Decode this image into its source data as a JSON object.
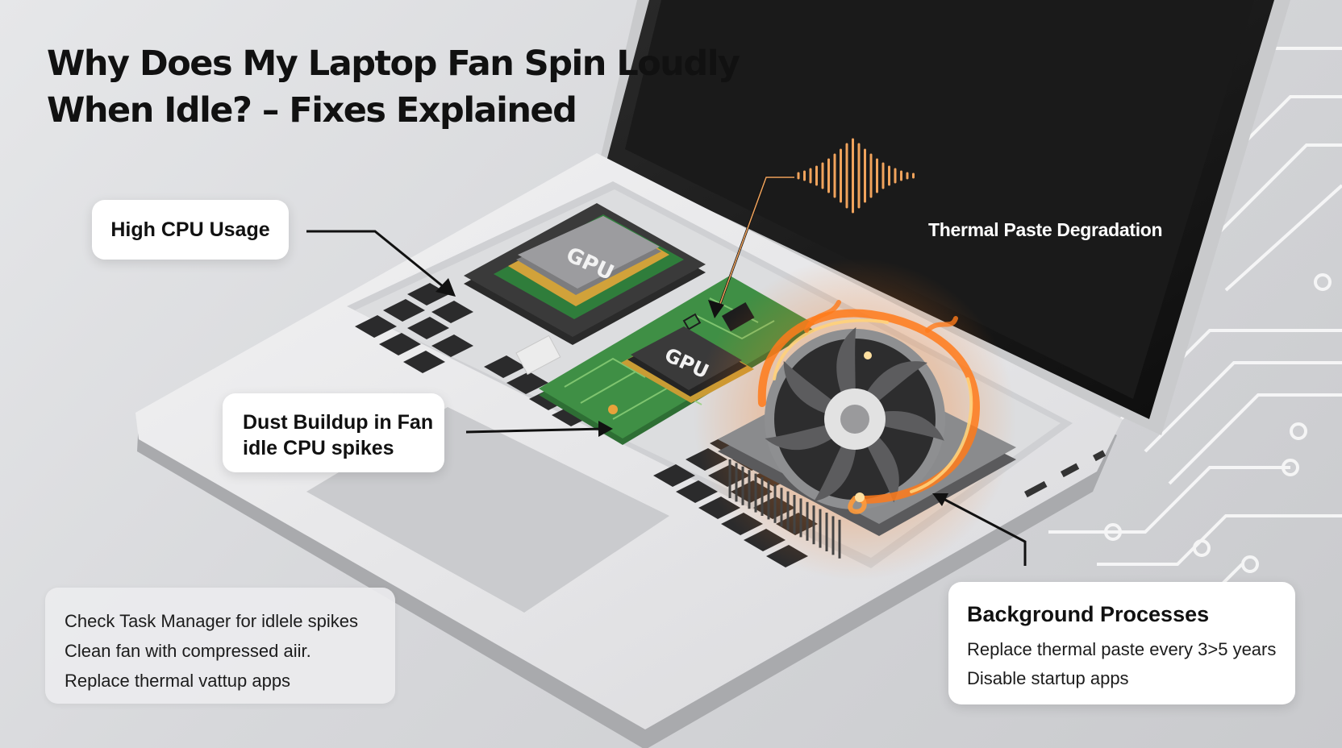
{
  "title": {
    "line1": "Why Does My Laptop Fan Spin Loudly",
    "line2": "When Idle? – Fixes Explained"
  },
  "chips": {
    "chip1": "GPU",
    "chip2": "GPU"
  },
  "callouts": {
    "cpu": "High CPU Usage",
    "thermal": "Thermal Paste Degradation",
    "dust_line1": "Dust Buildup in Fan",
    "dust_line2": "idle CPU spikes"
  },
  "tips": [
    "Check Task Manager for idlele spikes",
    "Clean fan with compressed aiir.",
    "Replace thermal vattup apps"
  ],
  "background": {
    "heading": "Background Processes",
    "lines": [
      "Replace thermal paste every 3>5 years",
      "Disable startup apps"
    ]
  },
  "colors": {
    "board": "#3f8f45",
    "fire": "#ff7a1a",
    "screen": "#151515",
    "sound_wave": "#f0a35c"
  },
  "icons": {
    "fan": "fan-icon",
    "flame": "flame-icon",
    "sound": "sound-wave-icon"
  }
}
